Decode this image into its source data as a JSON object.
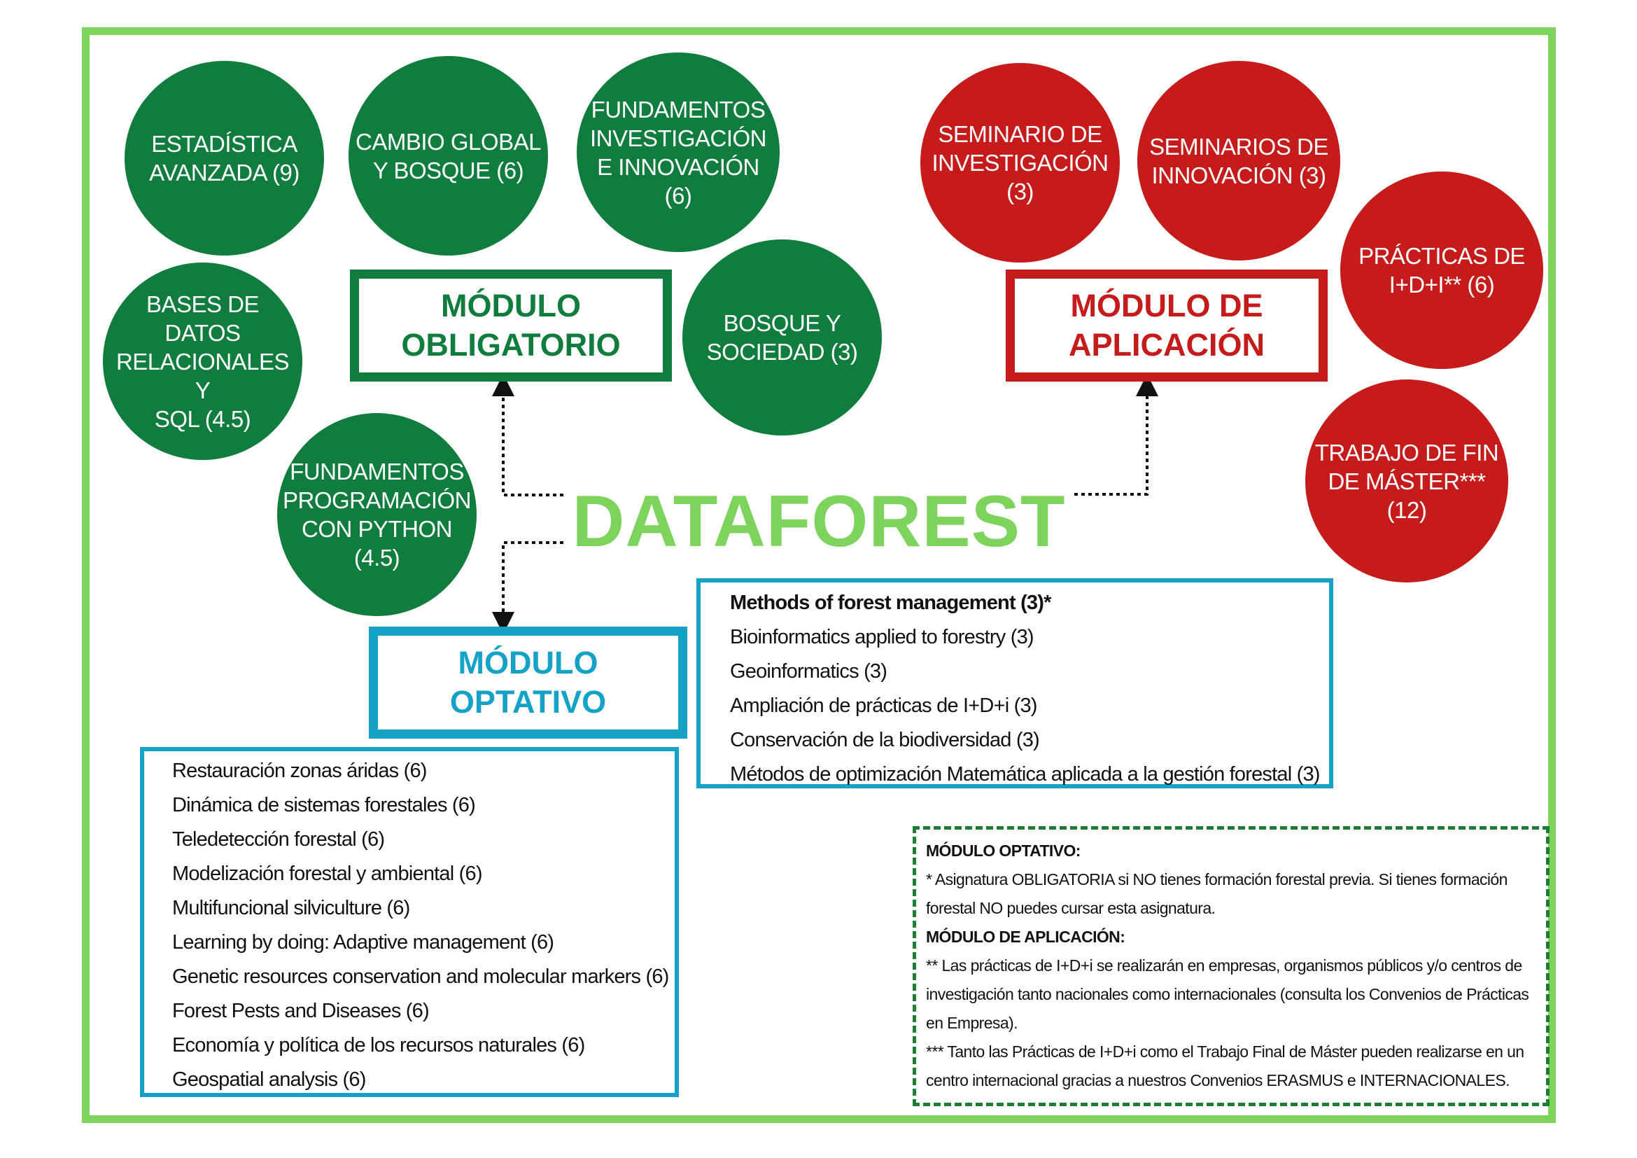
{
  "title": "DATAFOREST",
  "colors": {
    "frame": "#7dd35c",
    "obligatorio": "#107c3e",
    "aplicacion": "#c51b1b",
    "optativo": "#14a2c6",
    "title": "#7dd35c",
    "notes_border": "#1e7d32"
  },
  "modulo_obligatorio": {
    "label": "MÓDULO\nOBLIGATORIO",
    "courses": [
      "ESTADÍSTICA\nAVANZADA (9)",
      "CAMBIO GLOBAL\nY  BOSQUE (6)",
      "FUNDAMENTOS\nINVESTIGACIÓN\nE INNOVACIÓN (6)",
      "BASES DE DATOS\nRELACIONALES Y\nSQL (4.5)",
      "BOSQUE Y\nSOCIEDAD (3)",
      "FUNDAMENTOS\nPROGRAMACIÓN\nCON PYTHON (4.5)"
    ]
  },
  "modulo_aplicacion": {
    "label": "MÓDULO DE\nAPLICACIÓN",
    "courses": [
      "SEMINARIO DE\nINVESTIGACIÓN (3)",
      "SEMINARIOS DE\nINNOVACIÓN (3)",
      "PRÁCTICAS DE\nI+D+I** (6)",
      "TRABAJO DE FIN\nDE MÁSTER***\n(12)"
    ]
  },
  "modulo_optativo": {
    "label": "MÓDULO\nOPTATIVO",
    "list_left": [
      "Restauración zonas áridas (6)",
      "Dinámica de sistemas forestales (6)",
      "Teledetección forestal (6)",
      "Modelización forestal y ambiental (6)",
      "Multifuncional silviculture (6)",
      "Learning by doing: Adaptive management (6)",
      "Genetic resources conservation and molecular markers (6)",
      "Forest Pests and Diseases (6)",
      "Economía y política de los recursos naturales (6)",
      "Geospatial analysis (6)"
    ],
    "list_right": [
      "Methods of forest management (3)*",
      "Bioinformatics applied to forestry (3)",
      "Geoinformatics (3)",
      "Ampliación de prácticas de I+D+i  (3)",
      "Conservación de la biodiversidad (3)",
      "Métodos de optimización Matemática aplicada a la gestión forestal (3)"
    ]
  },
  "notes": {
    "optativo_heading": "MÓDULO OPTATIVO:",
    "optativo_note": "* Asignatura OBLIGATORIA si NO tienes formación forestal previa. Si tienes formación forestal NO puedes cursar esta asignatura.",
    "aplicacion_heading": "MÓDULO DE APLICACIÓN:",
    "note_2": "** Las prácticas de I+D+i se realizarán en empresas, organismos públicos y/o  centros de investigación tanto nacionales como internacionales (consulta los Convenios de Prácticas en Empresa).",
    "note_3": "*** Tanto las Prácticas de I+D+i como el Trabajo Final de Máster pueden realizarse en un centro internacional gracias a nuestros Convenios ERASMUS e  INTERNACIONALES."
  }
}
